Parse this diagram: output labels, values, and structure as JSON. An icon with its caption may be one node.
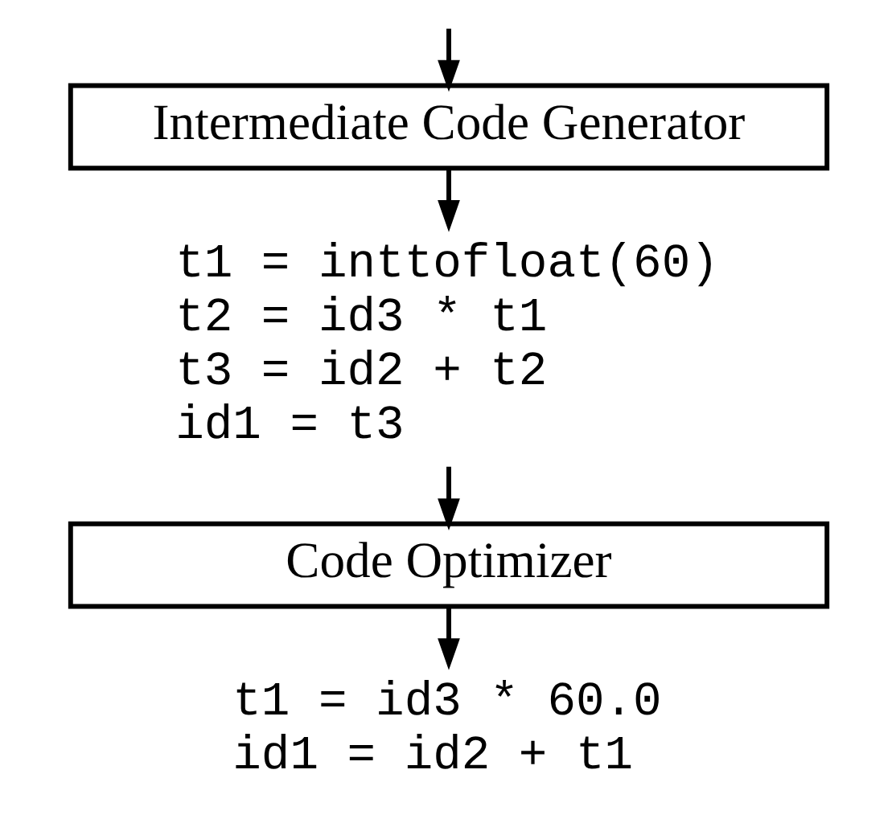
{
  "diagram": {
    "nodes": [
      {
        "text": [
          "Intermediate Code Generator"
        ]
      },
      {
        "text": [
          "t1 = inttofloat(60)",
          "t2 = id3 * t1",
          "t3 = id2 + t2",
          "id1 = t3"
        ]
      },
      {
        "text": [
          "Code Optimizer"
        ]
      },
      {
        "text": [
          "t1 = id3 * 60.0",
          "id1 = id2 + t1"
        ]
      }
    ],
    "edges": [
      {
        "from": null,
        "to": 0,
        "arrow": "to"
      },
      {
        "from": 0,
        "to": 1,
        "arrow": "to"
      },
      {
        "from": 1,
        "to": 2,
        "arrow": "to"
      },
      {
        "from": 2,
        "to": 3,
        "arrow": "to"
      }
    ]
  }
}
